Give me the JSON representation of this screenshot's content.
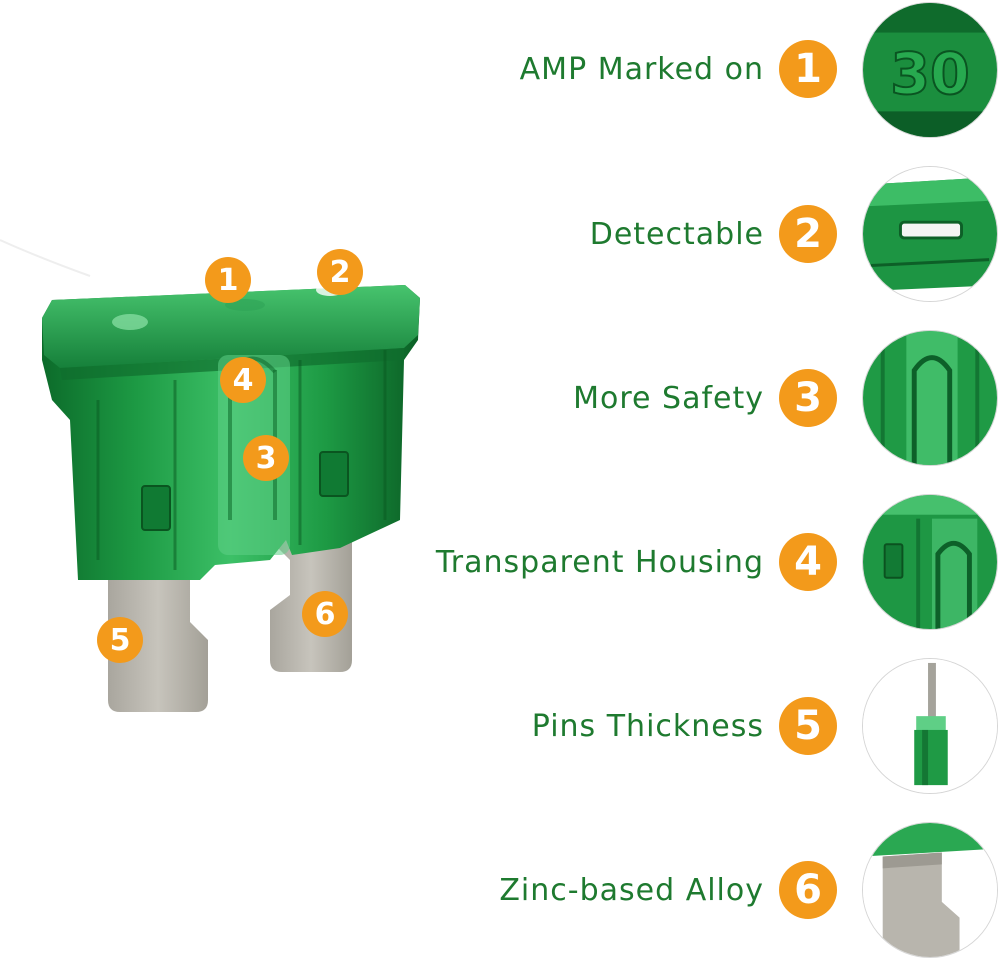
{
  "features": [
    {
      "number": "1",
      "label": "AMP Marked on",
      "icon": "amp-marking-closeup"
    },
    {
      "number": "2",
      "label": "Detectable",
      "icon": "test-point-closeup"
    },
    {
      "number": "3",
      "label": "More Safety",
      "icon": "fuse-element-closeup"
    },
    {
      "number": "4",
      "label": "Transparent Housing",
      "icon": "housing-closeup"
    },
    {
      "number": "5",
      "label": "Pins Thickness",
      "icon": "pin-side-view"
    },
    {
      "number": "6",
      "label": "Zinc-based Alloy",
      "icon": "pin-closeup"
    }
  ],
  "fuse_callouts": [
    "1",
    "2",
    "4",
    "3",
    "5",
    "6"
  ],
  "closeup_amp_text": "30",
  "colors": {
    "label_green": "#1e7a2f",
    "badge_orange": "#f39a1b",
    "fuse_green": "#1f9a43",
    "pin_gray": "#b9b6ae"
  }
}
